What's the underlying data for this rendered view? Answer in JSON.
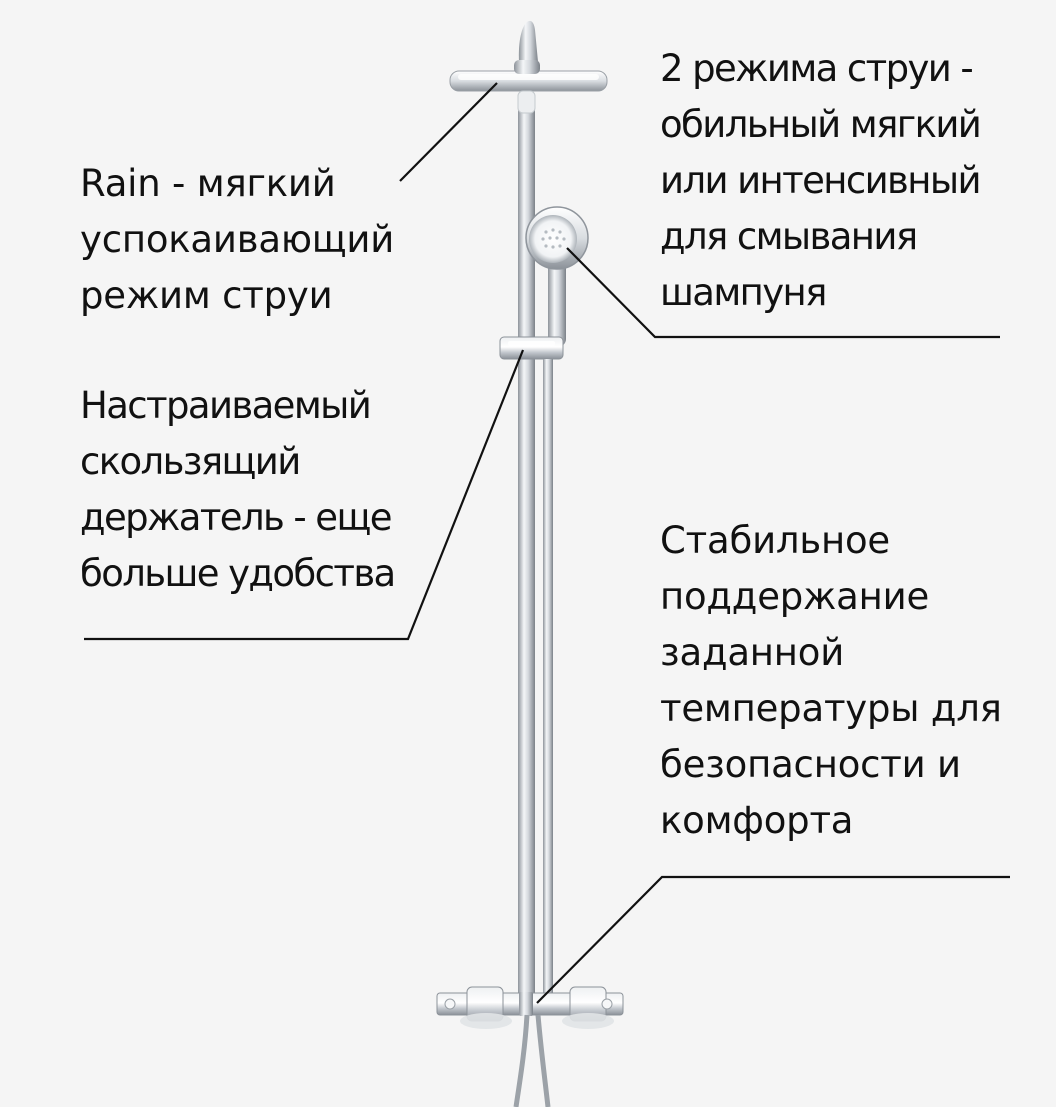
{
  "callouts": {
    "rain_mode": {
      "lines": [
        "Rain - мягкий",
        "успокаивающий",
        "режим струи"
      ]
    },
    "two_modes": {
      "lines": [
        "2 режима струи -",
        "обильный мягкий",
        "или интенсивный",
        "для смывания",
        "шампуня"
      ]
    },
    "slider": {
      "lines": [
        "Настраиваемый",
        "скользящий",
        "держатель - еще",
        "больше удобства"
      ]
    },
    "thermostat": {
      "lines": [
        "Стабильное",
        "поддержание",
        "заданной",
        "температуры для",
        "безопасности и",
        "комфорта"
      ]
    }
  },
  "colors": {
    "background": "#f5f5f5",
    "text": "#111111",
    "leader_line": "#111111",
    "chrome_light": "#f2f4f6",
    "chrome_mid": "#b9bec4",
    "chrome_dark": "#7b8188"
  },
  "icons": {
    "shower_head": "shower-head-icon",
    "hand_shower": "hand-shower-icon",
    "slider_bracket": "slider-bracket-icon",
    "thermostat": "thermostat-icon"
  }
}
